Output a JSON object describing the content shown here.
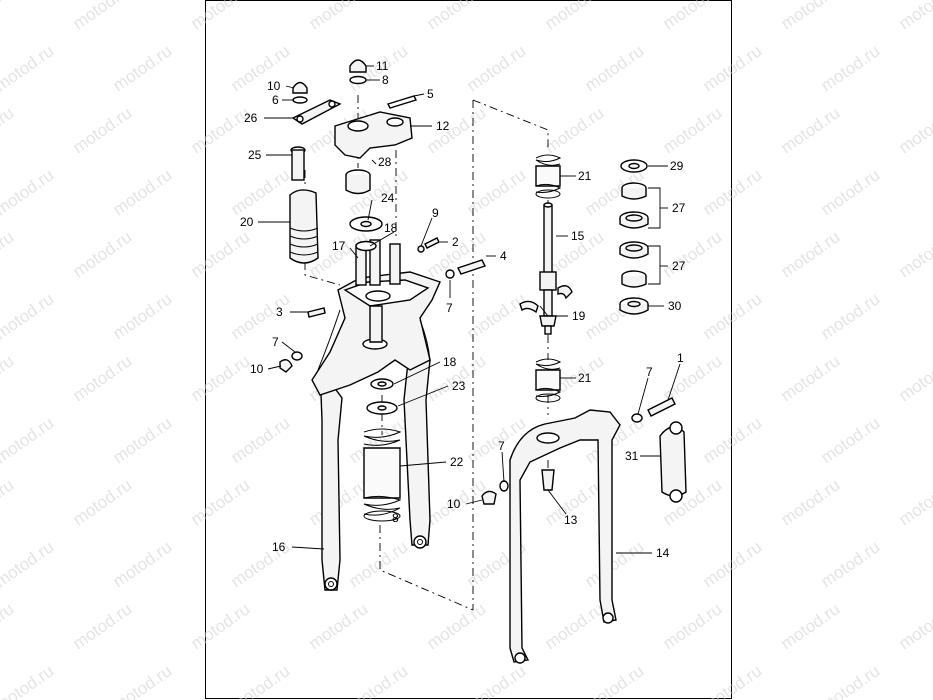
{
  "watermark": "motod.ru",
  "callouts": [
    {
      "id": "c11",
      "text": "11"
    },
    {
      "id": "c8a",
      "text": "8"
    },
    {
      "id": "c10a",
      "text": "10"
    },
    {
      "id": "c6",
      "text": "6"
    },
    {
      "id": "c5",
      "text": "5"
    },
    {
      "id": "c26",
      "text": "26"
    },
    {
      "id": "c12",
      "text": "12"
    },
    {
      "id": "c25",
      "text": "25"
    },
    {
      "id": "c28",
      "text": "28"
    },
    {
      "id": "c24",
      "text": "24"
    },
    {
      "id": "c20",
      "text": "20"
    },
    {
      "id": "c9",
      "text": "9"
    },
    {
      "id": "c18a",
      "text": "18"
    },
    {
      "id": "c2",
      "text": "2"
    },
    {
      "id": "c17",
      "text": "17"
    },
    {
      "id": "c4",
      "text": "4"
    },
    {
      "id": "c3",
      "text": "3"
    },
    {
      "id": "c7a",
      "text": "7"
    },
    {
      "id": "c7b",
      "text": "7"
    },
    {
      "id": "c10b",
      "text": "10"
    },
    {
      "id": "c18b",
      "text": "18"
    },
    {
      "id": "c23",
      "text": "23"
    },
    {
      "id": "c22",
      "text": "22"
    },
    {
      "id": "c8b",
      "text": "8"
    },
    {
      "id": "c16",
      "text": "16"
    },
    {
      "id": "c21a",
      "text": "21"
    },
    {
      "id": "c15",
      "text": "15"
    },
    {
      "id": "c19",
      "text": "19"
    },
    {
      "id": "c21b",
      "text": "21"
    },
    {
      "id": "c29",
      "text": "29"
    },
    {
      "id": "c27a",
      "text": "27"
    },
    {
      "id": "c27b",
      "text": "27"
    },
    {
      "id": "c30",
      "text": "30"
    },
    {
      "id": "c1",
      "text": "1"
    },
    {
      "id": "c7c",
      "text": "7"
    },
    {
      "id": "c7d",
      "text": "7"
    },
    {
      "id": "c31",
      "text": "31"
    },
    {
      "id": "c10c",
      "text": "10"
    },
    {
      "id": "c13",
      "text": "13"
    },
    {
      "id": "c14",
      "text": "14"
    }
  ]
}
